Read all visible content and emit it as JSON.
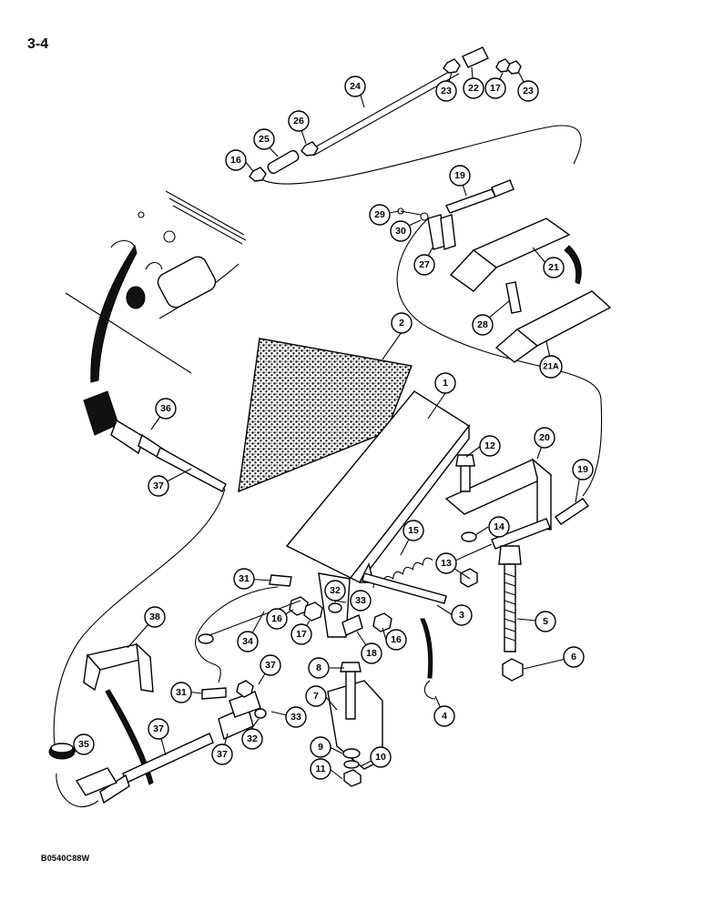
{
  "page_number": "3-4",
  "figure_code": "B0540C88W",
  "callouts": [
    "1",
    "2",
    "3",
    "4",
    "5",
    "6",
    "7",
    "8",
    "9",
    "10",
    "11",
    "12",
    "13",
    "14",
    "15",
    "16",
    "16",
    "16",
    "17",
    "17",
    "18",
    "19",
    "19",
    "20",
    "21",
    "21A",
    "22",
    "23",
    "23",
    "24",
    "25",
    "26",
    "27",
    "28",
    "29",
    "30",
    "31",
    "31",
    "32",
    "32",
    "33",
    "33",
    "34",
    "35",
    "36",
    "37",
    "37",
    "37",
    "37",
    "38"
  ]
}
